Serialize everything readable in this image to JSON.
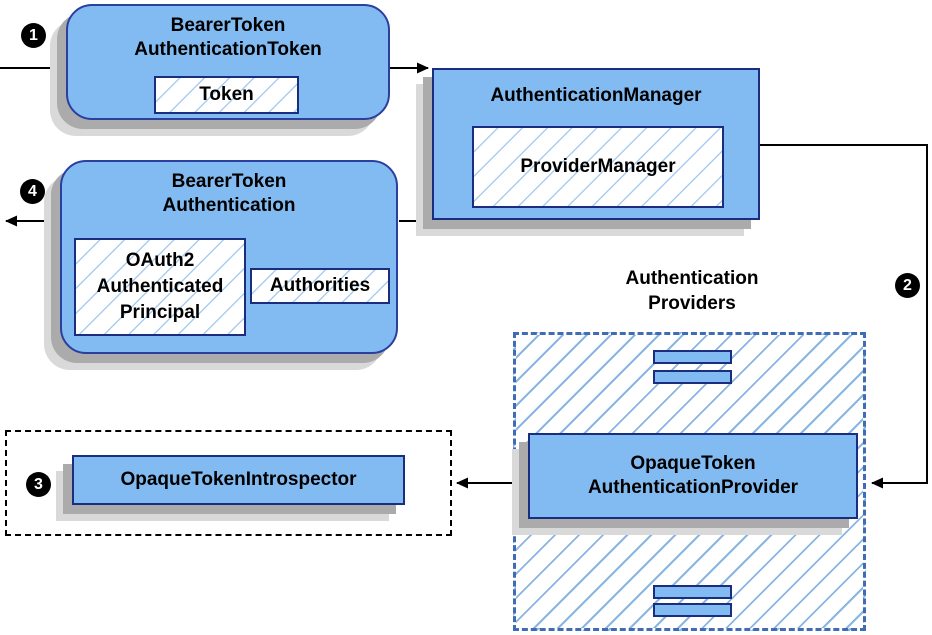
{
  "badges": {
    "step1": "1",
    "step2": "2",
    "step3": "3",
    "step4": "4"
  },
  "boxes": {
    "bearer_token_authentication_token": {
      "title_lines": [
        "BearerToken",
        "AuthenticationToken"
      ],
      "token_label": "Token"
    },
    "authentication_manager": {
      "title": "AuthenticationManager",
      "provider_manager_label": "ProviderManager"
    },
    "bearer_token_authentication": {
      "title_lines": [
        "BearerToken",
        "Authentication"
      ],
      "principal_lines": [
        "OAuth2",
        "Authenticated",
        "Principal"
      ],
      "authorities_label": "Authorities"
    },
    "authentication_providers": {
      "label_lines": [
        "Authentication",
        "Providers"
      ]
    },
    "opaque_token_authentication_provider": {
      "title_lines": [
        "OpaqueToken",
        "AuthenticationProvider"
      ]
    },
    "opaque_token_introspector": {
      "title": "OpaqueTokenIntrospector"
    }
  },
  "colors": {
    "box_fill": "#82bbf2",
    "rounded_border": "#2b3f9e",
    "rect_border": "#1b2d7e",
    "hatch_line": "#8ab6e4",
    "hatch_line_light": "#a9cdf0",
    "providers_dash_border": "#3f6cb4",
    "shadow_dark": "#ababab",
    "shadow_light": "#d9d9d9",
    "arrow_color": "#000000",
    "badge_bg": "#000000",
    "badge_text": "#ffffff"
  }
}
